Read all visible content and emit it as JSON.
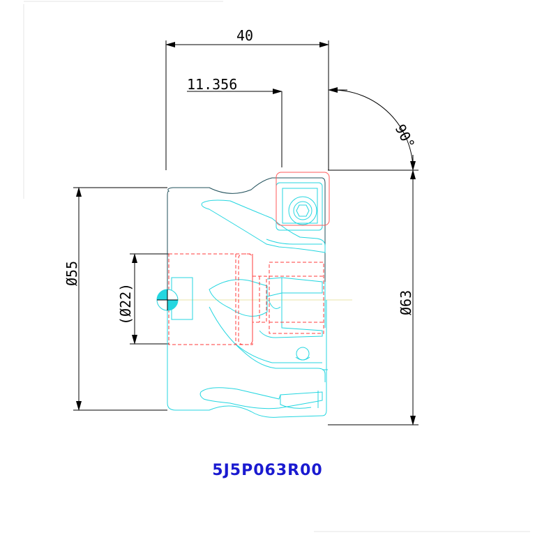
{
  "dimensions": {
    "overall_width": "40",
    "offset": "11.356",
    "angle": "90°",
    "body_diameter": "Ø55",
    "bore_diameter": "(Ø22)",
    "cutting_diameter": "Ø63"
  },
  "part_code": "5J5P063R00",
  "colors": {
    "dimension": "#000000",
    "hidden_lines": "#ff3b3b",
    "insert_geometry": "#24d6e0",
    "part_code": "#1a1ad0"
  }
}
